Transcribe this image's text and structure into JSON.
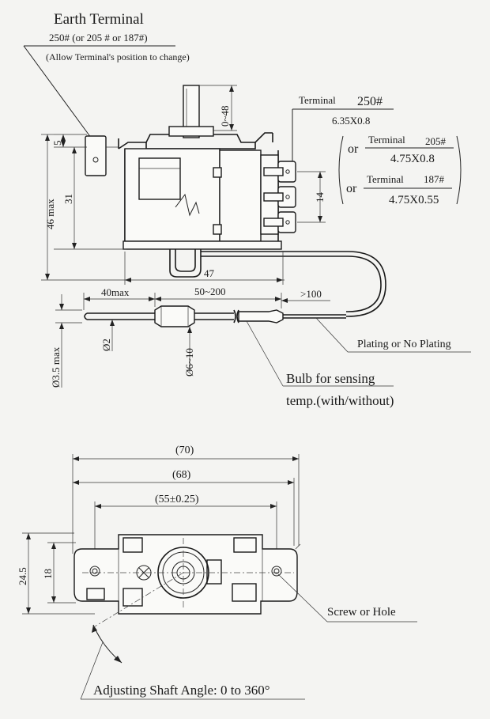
{
  "earth_terminal": {
    "title": "Earth Terminal",
    "spec": "250# (or 205 # or 187#)",
    "note": "(Allow Terminal's position to change)"
  },
  "terminal": {
    "main_label": "Terminal",
    "main_size": "250#",
    "main_dims": "6.35X0.8",
    "alt1_or": "or",
    "alt1_label": "Terminal",
    "alt1_size": "205#",
    "alt1_dims": "4.75X0.8",
    "alt2_or": "or",
    "alt2_label": "Terminal",
    "alt2_size": "187#",
    "alt2_dims": "4.75X0.55"
  },
  "side_dims": {
    "shaft": "0~48",
    "top_offset": "5",
    "height_inner": "31",
    "height_max": "46 max",
    "terminal_pitch": "14",
    "width": "47",
    "bulb_len_max": "40max",
    "bulb_len": "50~200",
    "capillary_min": ">100",
    "cap_dia": "Ø2",
    "bulb_dia": "Ø6~10",
    "max_dia": "Ø3.5 max"
  },
  "labels": {
    "plating": "Plating or No Plating",
    "bulb_line1": "Bulb for sensing",
    "bulb_line2": "temp.(with/without)",
    "screw": "Screw or Hole",
    "angle": "Adjusting Shaft Angle: 0  to 360°"
  },
  "bottom_dims": {
    "overall": "(70)",
    "body": "(68)",
    "holes": "(55±0.25)",
    "height_outer": "24.5",
    "height_inner": "18"
  }
}
